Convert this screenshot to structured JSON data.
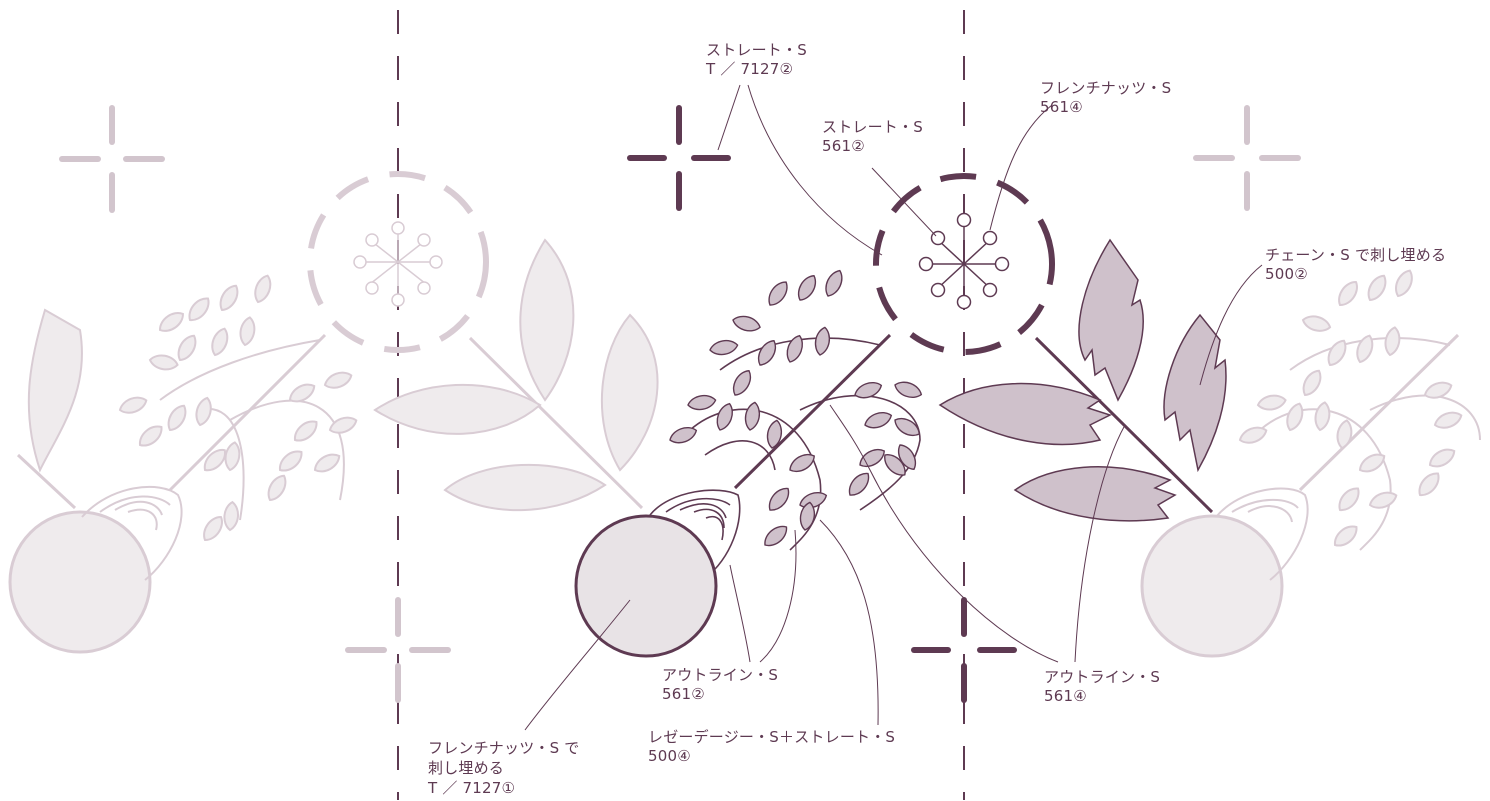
{
  "colors": {
    "accent": "#5e3a52",
    "accent_fill": "#cfc1cb",
    "ghost_stroke": "#d9ccd4",
    "ghost_fill": "#eeeaec",
    "leader": "#5e3a52"
  },
  "labels": {
    "straight_t": {
      "line1": "ストレート・S",
      "line2": "T ／ 7127②"
    },
    "straight_561": {
      "line1": "ストレート・S",
      "line2": "561②"
    },
    "french_561": {
      "line1": "フレンチナッツ・S",
      "line2": "561④"
    },
    "chain_500": {
      "line1": "チェーン・S で刺し埋める",
      "line2": "500②"
    },
    "outline_561_2": {
      "line1": "アウトライン・S",
      "line2": "561②"
    },
    "outline_561_4": {
      "line1": "アウトライン・S",
      "line2": "561④"
    },
    "lazy_daisy": {
      "line1": "レゼーデージー・S＋ストレート・S",
      "line2": "500④"
    },
    "french_fill": {
      "line1": "フレンチナッツ・S で",
      "line2": "刺し埋める",
      "line3": "T ／ 7127①"
    }
  }
}
